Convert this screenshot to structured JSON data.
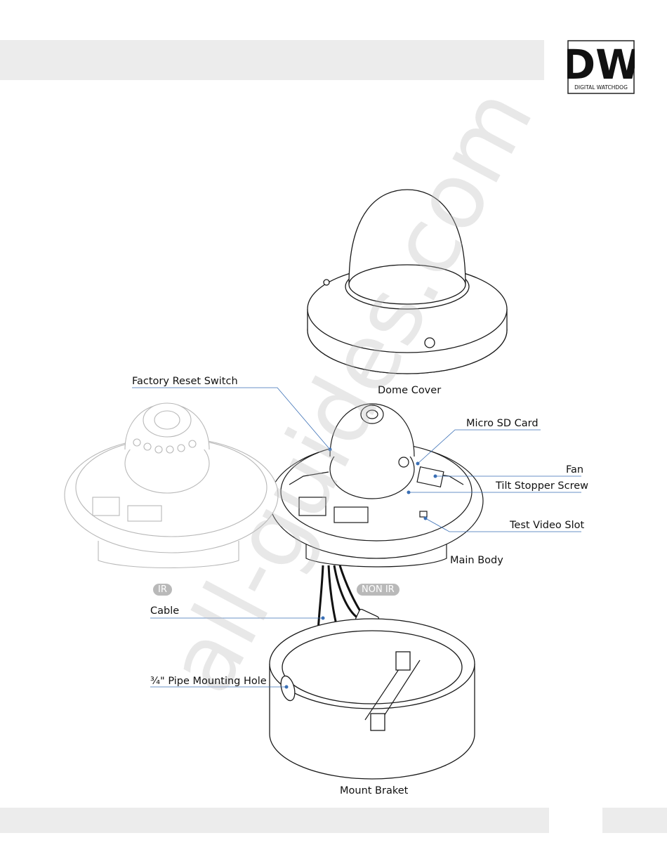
{
  "header": {
    "logo_text": "DW",
    "logo_subtext": "DIGITAL WATCHDOG"
  },
  "labels": {
    "dome_cover": "Dome Cover",
    "factory_reset_switch": "Factory Reset Switch",
    "micro_sd_card": "Micro SD Card",
    "fan": "Fan",
    "tilt_stopper_screw": "Tilt Stopper Screw",
    "test_video_slot": "Test Video Slot",
    "main_body": "Main Body",
    "cable": "Cable",
    "pipe_mounting_hole": "¾\" Pipe Mounting Hole",
    "mount_braket": "Mount Braket"
  },
  "badges": {
    "ir": "IR",
    "non_ir": "NON IR"
  },
  "watermark": "all-guides.com",
  "colors": {
    "leader_line": "#3a6fb5",
    "band": "#ececec",
    "badge": "#b9b9b9"
  }
}
